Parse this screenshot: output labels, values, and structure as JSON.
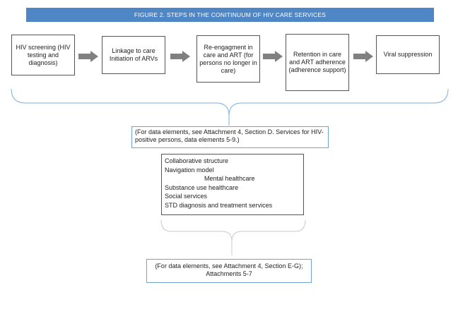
{
  "figure_title": "FIGURE 2.  STEPS IN THE CONITINUUM OF HIV CARE SERVICES",
  "steps": [
    {
      "text": "HIV screening (HIV testing and diagnosis)"
    },
    {
      "text": "Linkage to care Initiation of ARVs"
    },
    {
      "text": "Re-engagment in care and ART (for persons no longer in care)"
    },
    {
      "text": "Retention in care and ART adherence (adherence support)"
    },
    {
      "text": "Viral suppression"
    }
  ],
  "note_1": "(For data elements, see Attachment 4, Section D. Services for HIV-positive persons, data elements 5-9.)",
  "services": [
    "Collaborative structure",
    "Navigation model",
    "Mental healthcare",
    "Substance use healthcare",
    "Social services",
    "STD diagnosis and treatment services"
  ],
  "note_2": "(For data elements, see Attachment 4, Section E-G); Attachments 5-7",
  "colors": {
    "banner": "#4f86c6",
    "arrow": "#808080",
    "brace": "#7aaee0",
    "services_brace": "#c9c9c9"
  }
}
